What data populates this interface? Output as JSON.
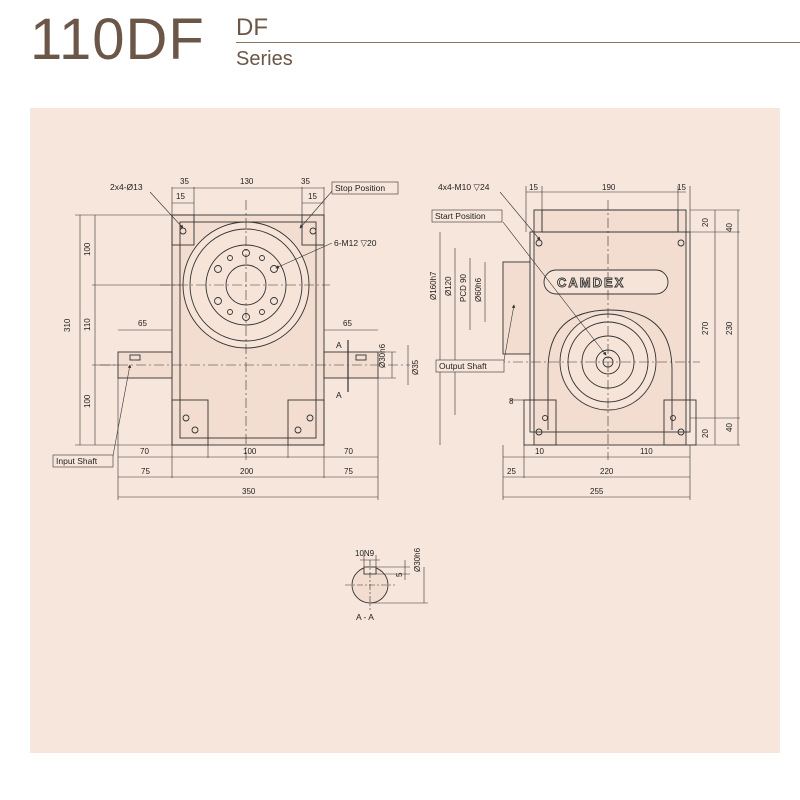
{
  "header": {
    "model": "110DF",
    "series_code": "DF",
    "series_word": "Series"
  },
  "colors": {
    "title": "#6b5648",
    "panel": "#f7e6dc",
    "line": "#333333"
  },
  "front_view": {
    "dims": {
      "d35a": "35",
      "d130": "130",
      "d35b": "35",
      "d15a": "15",
      "d15b": "15",
      "h100a": "100",
      "h110": "110",
      "h100b": "100",
      "h310": "310",
      "d65a": "65",
      "d65b": "65",
      "d70a": "70",
      "d100": "100",
      "d70b": "70",
      "d75a": "75",
      "d200": "200",
      "d75b": "75",
      "d350": "350",
      "d30h6": "Ø30h6",
      "d35": "Ø35"
    },
    "hole_note": "2x4-Ø13",
    "thread_note": "6-M12 ▽20",
    "stop_position": "Stop Position",
    "input_shaft": "Input Shaft",
    "section_a": "A"
  },
  "side_view": {
    "dims": {
      "d15a": "15",
      "d190": "190",
      "d15b": "15",
      "d20a": "20",
      "d40a": "40",
      "d270": "270",
      "d230": "230",
      "d20b": "20",
      "d40b": "40",
      "d8": "8",
      "d10": "10",
      "d110": "110",
      "d25": "25",
      "d220": "220",
      "d255": "255",
      "d160": "Ø160h7",
      "d120": "Ø120",
      "pcd": "PCD 90",
      "d60": "Ø60h6"
    },
    "thread_note": "4x4-M10 ▽24",
    "start_position": "Start Position",
    "output_shaft": "Output Shaft",
    "brand": "CAMDEX"
  },
  "section_view": {
    "key": "10N9",
    "depth": "5",
    "shaft": "Ø30h6",
    "label": "A - A"
  }
}
